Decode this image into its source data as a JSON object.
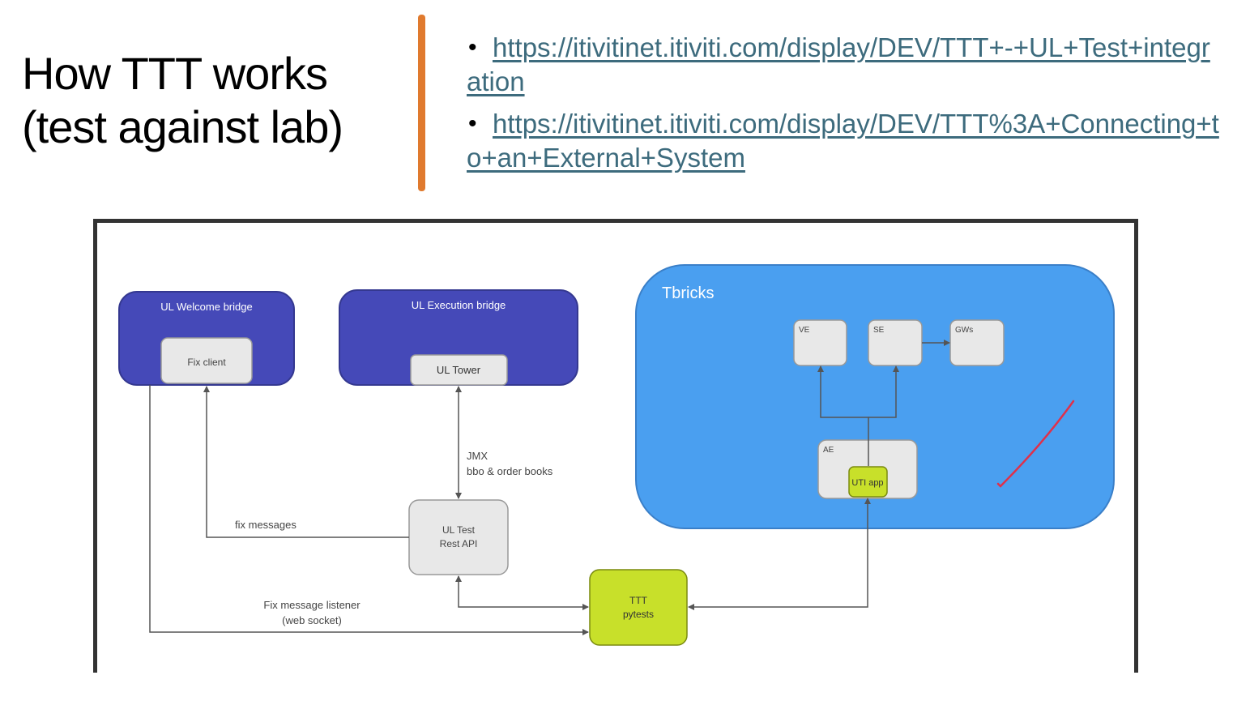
{
  "title": {
    "line1": "How TTT works",
    "line2": "(test against lab)"
  },
  "links": [
    "https://itivitinet.itiviti.com/display/DEV/TTT+-+UL+Test+integration",
    "https://itivitinet.itiviti.com/display/DEV/TTT%3A+Connecting+to+an+External+System"
  ],
  "colors": {
    "divider": "#e07a2e",
    "link": "#3d6b7d",
    "bridge_box": "#4549b8",
    "tbricks_area": "#4a9ff0",
    "ttt_box": "#c8e02a",
    "component_box": "#e8e8e8",
    "annotation": "#e0304a"
  },
  "diagram": {
    "welcome_bridge": "UL Welcome bridge",
    "fix_client": "Fix client",
    "execution_bridge": "UL Execution bridge",
    "ul_tower": "UL Tower",
    "tbricks": "Tbricks",
    "ve": "VE",
    "se": "SE",
    "gws": "GWs",
    "ae": "AE",
    "uti_app": "UTI app",
    "jmx_line1": "JMX",
    "jmx_line2": "bbo & order books",
    "ul_test_line1": "UL Test",
    "ul_test_line2": "Rest API",
    "fix_messages": "fix messages",
    "listener_line1": "Fix message listener",
    "listener_line2": "(web socket)",
    "ttt_line1": "TTT",
    "ttt_line2": "pytests"
  }
}
